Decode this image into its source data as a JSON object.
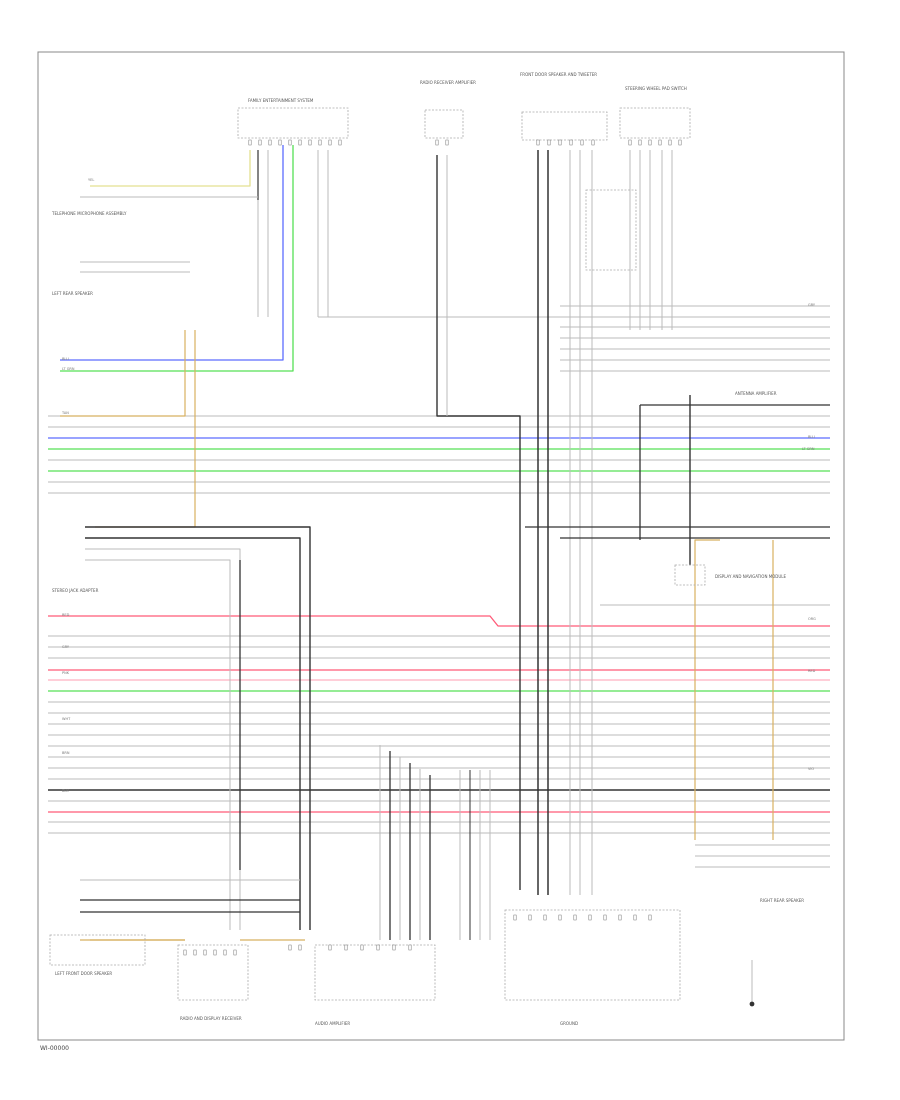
{
  "colors": {
    "frame": "#888888",
    "wire_gray": "#bbbbbb",
    "wire_dark": "#333333",
    "blue": "#5c6cff",
    "green": "#56e056",
    "yellow": "#e3e090",
    "tan": "#d8b060",
    "red": "#ff5a78",
    "pink": "#ffb0c0"
  },
  "footer": {
    "page_id": "WI-00000"
  },
  "wire_labels": {
    "blue": "BLU",
    "green": "LT GRN",
    "yellow": "YEL",
    "gray": "GRY",
    "white": "WHT",
    "black": "BLK",
    "tan": "TAN",
    "red": "RED",
    "pink": "PNK",
    "brown": "BRN",
    "orange": "ORG",
    "violet": "VIO"
  },
  "components": {
    "top_1": "FAMILY ENTERTAINMENT SYSTEM",
    "top_2": "RADIO RECEIVER AMPLIFIER",
    "top_3": "FRONT DOOR SPEAKER AND TWEETER",
    "top_4": "STEERING WHEEL PAD SWITCH",
    "left_1": "TELEPHONE MICROPHONE ASSEMBLY",
    "left_2": "LEFT REAR SPEAKER",
    "left_3": "STEREO JACK ADAPTER",
    "right_1": "ANTENNA AMPLIFIER",
    "right_2": "DISPLAY AND NAVIGATION MODULE",
    "right_3": "RIGHT REAR SPEAKER",
    "bottom_1": "LEFT FRONT DOOR SPEAKER",
    "bottom_2": "RADIO AND DISPLAY RECEIVER",
    "bottom_3": "AUDIO AMPLIFIER",
    "bottom_4": "GROUND"
  }
}
